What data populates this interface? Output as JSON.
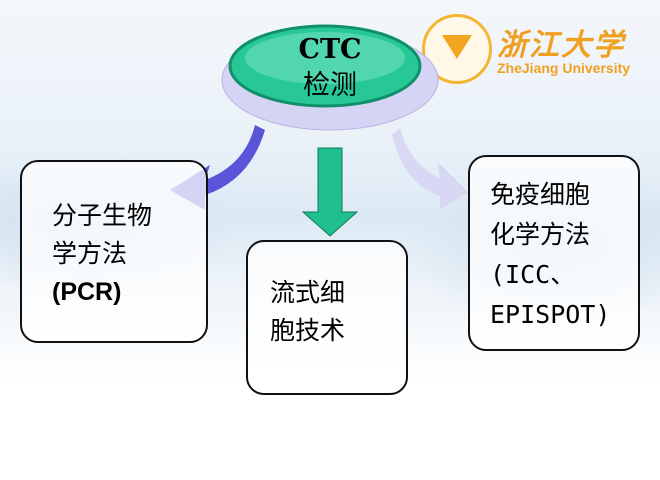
{
  "logo": {
    "name_cn": "浙江大学",
    "name_en": "ZheJiang University"
  },
  "center": {
    "line1": "CTC",
    "line2": "检测"
  },
  "boxes": [
    {
      "lines": [
        "分子生物",
        "学方法",
        "(PCR)"
      ]
    },
    {
      "lines": [
        "流式细",
        "胞技术"
      ]
    },
    {
      "lines": [
        "免疫细胞",
        "化学方法",
        "(ICC、",
        "EPISPOT)"
      ]
    }
  ]
}
